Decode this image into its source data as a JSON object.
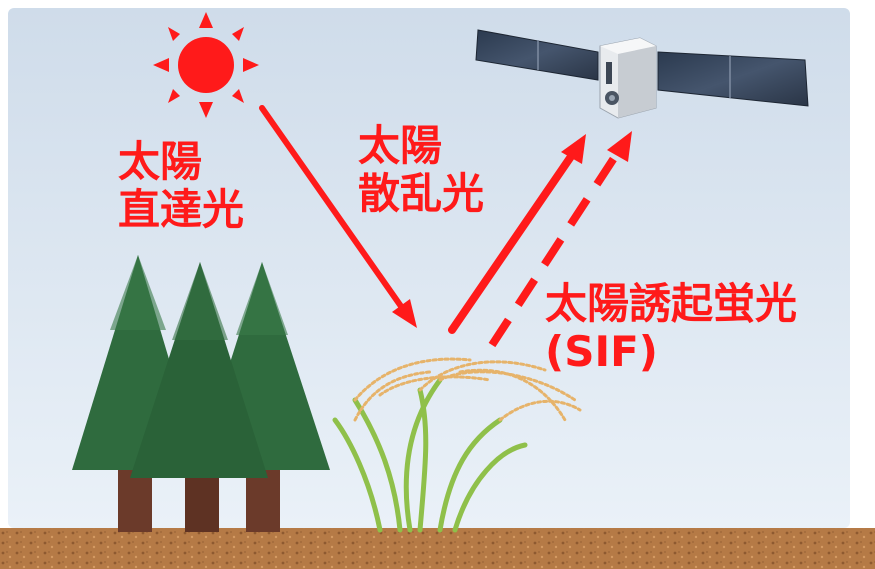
{
  "labels": {
    "direct_line1": "太陽",
    "direct_line2": "直達光",
    "scattered_line1": "太陽",
    "scattered_line2": "散乱光",
    "sif_line1": "太陽誘起蛍光",
    "sif_line2": "(SIF)"
  },
  "colors": {
    "accent_red": "#ff1a1a",
    "sky": "#dbe7f3",
    "tree_green": "#2f6b3e",
    "trunk": "#6b3a2a",
    "soil": "#b57a46",
    "grass": "#8fc04a",
    "rice_grain": "#e6b36a"
  },
  "icons": [
    "sun-icon",
    "satellite-icon",
    "tree-icon",
    "rice-plant-icon",
    "soil-ground"
  ]
}
